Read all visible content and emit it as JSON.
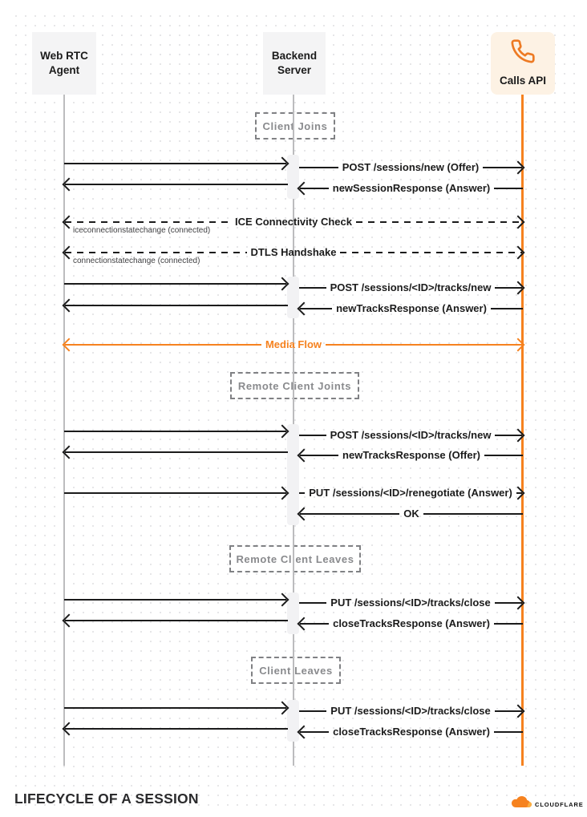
{
  "diagram": {
    "actors": [
      {
        "label": "Web RTC Agent"
      },
      {
        "label": "Backend Server"
      },
      {
        "label": "Calls API"
      }
    ],
    "sections": [
      {
        "label": "Client Joins"
      },
      {
        "label": "Remote Client Joints"
      },
      {
        "label": "Remote Client Leaves"
      },
      {
        "label": "Client Leaves"
      }
    ],
    "messages": [
      {
        "label": "POST /sessions/new (Offer)"
      },
      {
        "label": "newSessionResponse (Answer)"
      },
      {
        "label": "ICE Connectivity Check",
        "sublabel": "iceconnectionstatechange (connected)"
      },
      {
        "label": "DTLS Handshake",
        "sublabel": "connectionstatechange (connected)"
      },
      {
        "label": "POST /sessions/<ID>/tracks/new"
      },
      {
        "label": "newTracksResponse (Answer)"
      },
      {
        "label": "Media Flow"
      },
      {
        "label": "POST /sessions/<ID>/tracks/new"
      },
      {
        "label": "newTracksResponse (Offer)"
      },
      {
        "label": "PUT /sessions/<ID>/renegotiate (Answer)"
      },
      {
        "label": "OK"
      },
      {
        "label": "PUT /sessions/<ID>/tracks/close"
      },
      {
        "label": "closeTracksResponse (Answer)"
      },
      {
        "label": "PUT /sessions/<ID>/tracks/close"
      },
      {
        "label": "closeTracksResponse (Answer)"
      }
    ]
  },
  "footer": {
    "title": "LIFECYCLE OF A SESSION",
    "brand": "CLOUDFLARE"
  },
  "colors": {
    "accent_orange": "#F6821F",
    "logo_light_orange": "#FBAD41",
    "calls_box_bg": "#FDF2E4",
    "actor_box_bg": "#F4F4F5",
    "arrow_black": "#1B1B1B",
    "lifeline_gray": "#BCBCBE",
    "section_gray": "#898A8D"
  }
}
